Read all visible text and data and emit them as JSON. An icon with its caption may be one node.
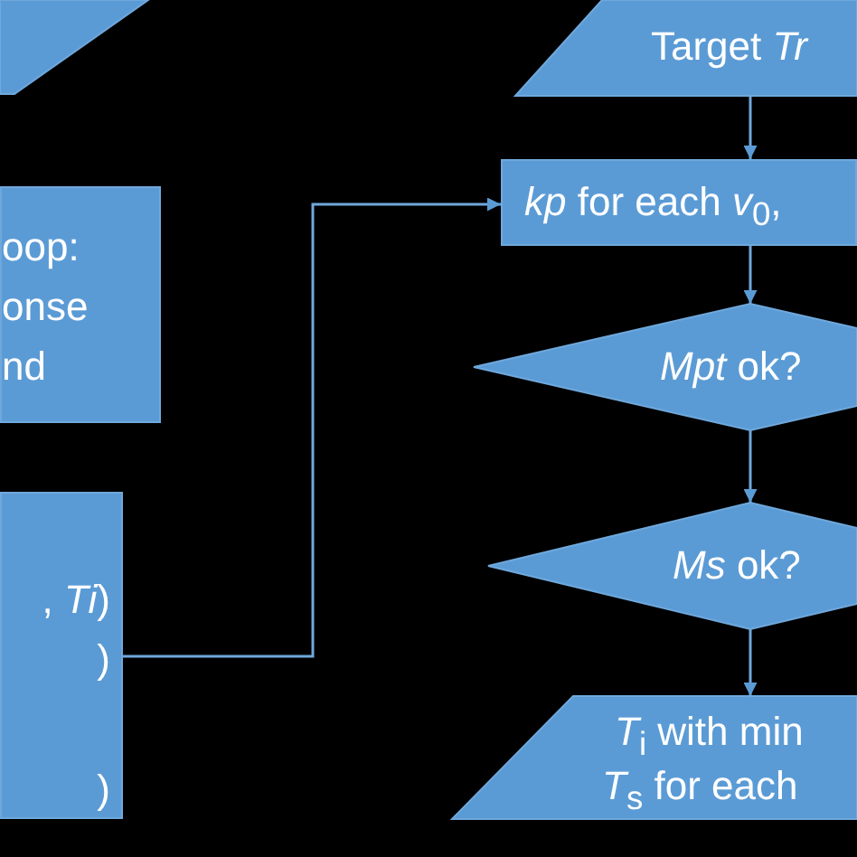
{
  "diagram": {
    "nodes": [
      {
        "text": [],
        "shape": "parallelogram"
      },
      {
        "text": [
          "oop: onse nd"
        ]
      },
      {
        "text": [
          ", *Ti*)",
          ")",
          ")"
        ]
      },
      {
        "text": [
          "Target *Tr*"
        ]
      },
      {
        "text": [
          "*kp* for each *v*$_{0}$,"
        ]
      },
      {
        "text": [
          "*Mpt* ok?"
        ]
      },
      {
        "text": [
          "*Ms* ok?"
        ]
      },
      {
        "text": [
          "*T*$_{i}$ with min",
          "*T*$_{s}$ for each"
        ]
      }
    ],
    "edges": [
      {
        "from": 3,
        "to": 4,
        "arrow": "to"
      },
      {
        "from": 4,
        "to": 5,
        "arrow": "to"
      },
      {
        "from": 5,
        "to": 6,
        "arrow": "to"
      },
      {
        "from": 6,
        "to": 7,
        "arrow": "to"
      },
      {
        "from": 2,
        "to": 4,
        "arrow": "to"
      }
    ]
  }
}
